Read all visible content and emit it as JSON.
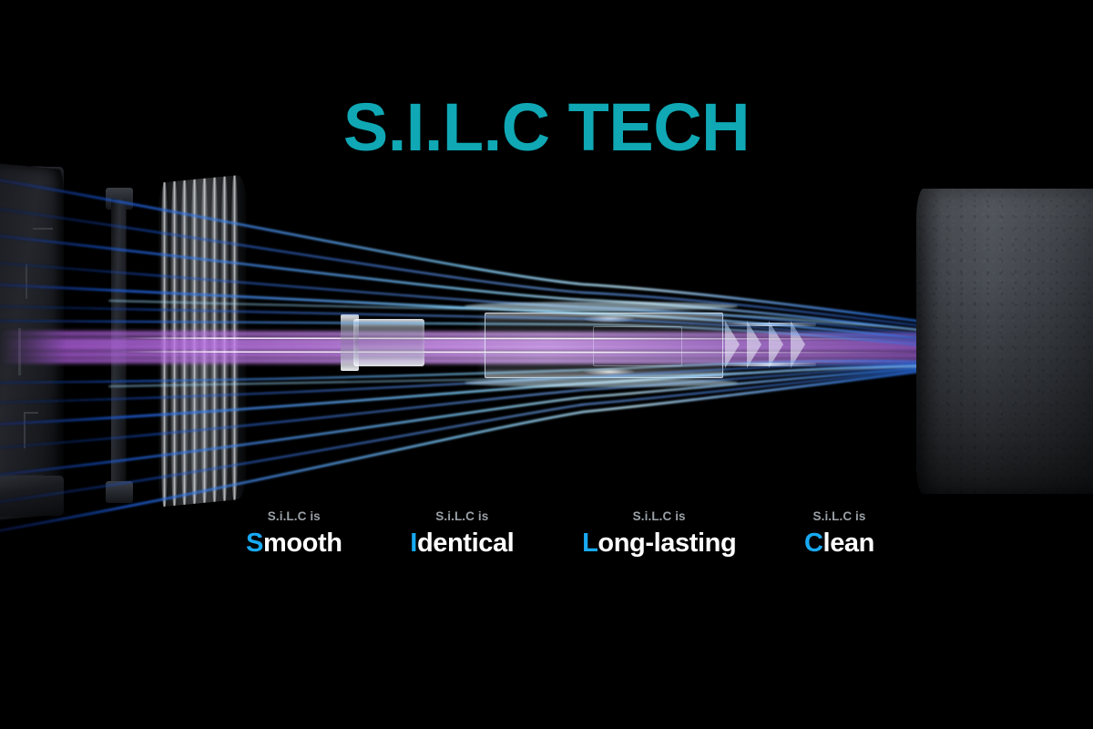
{
  "scene": {
    "background_color": "#000000",
    "title": "S.I.L.C TECH",
    "title_color": "#0FA8B4"
  },
  "features": {
    "kicker": "S.i.L.C is",
    "kicker_color": "#9aa0a6",
    "accent_color": "#18A9F2",
    "label_color": "#ffffff",
    "items": [
      {
        "kicker": "S.i.L.C is",
        "accent": "S",
        "rest": "mooth",
        "full": "Smooth"
      },
      {
        "kicker": "S.i.L.C is",
        "accent": "I",
        "rest": "dentical",
        "full": "Identical"
      },
      {
        "kicker": "S.i.L.C is",
        "accent": "L",
        "rest": "ong-lasting",
        "full": "Long-lasting"
      },
      {
        "kicker": "S.i.L.C is",
        "accent": "C",
        "rest": "lean",
        "full": "Clean"
      }
    ]
  },
  "illustration": {
    "description": "Cutaway technical render of an e-cigarette / vape airflow path",
    "colors": {
      "airflow_blue": "#1E6BE8",
      "airflow_glow": "#8FD8FF",
      "vapor_magenta": "#C36BE6",
      "vapor_core": "#F2B6FF",
      "device_body": "#22252a",
      "right_block": "#474b52",
      "glass": "#eaf1fa"
    },
    "parts": [
      {
        "name": "device-housing",
        "side": "left"
      },
      {
        "name": "support-post",
        "side": "left"
      },
      {
        "name": "ribbed-cylinder",
        "side": "left"
      },
      {
        "name": "nozzle-fitting",
        "side": "center-left"
      },
      {
        "name": "glass-chamber",
        "side": "center"
      },
      {
        "name": "bellows-coil",
        "side": "center-right"
      },
      {
        "name": "mouthpiece-block",
        "side": "right"
      }
    ],
    "airflow_streak_count": 18,
    "vapor_streak_count": 7
  }
}
